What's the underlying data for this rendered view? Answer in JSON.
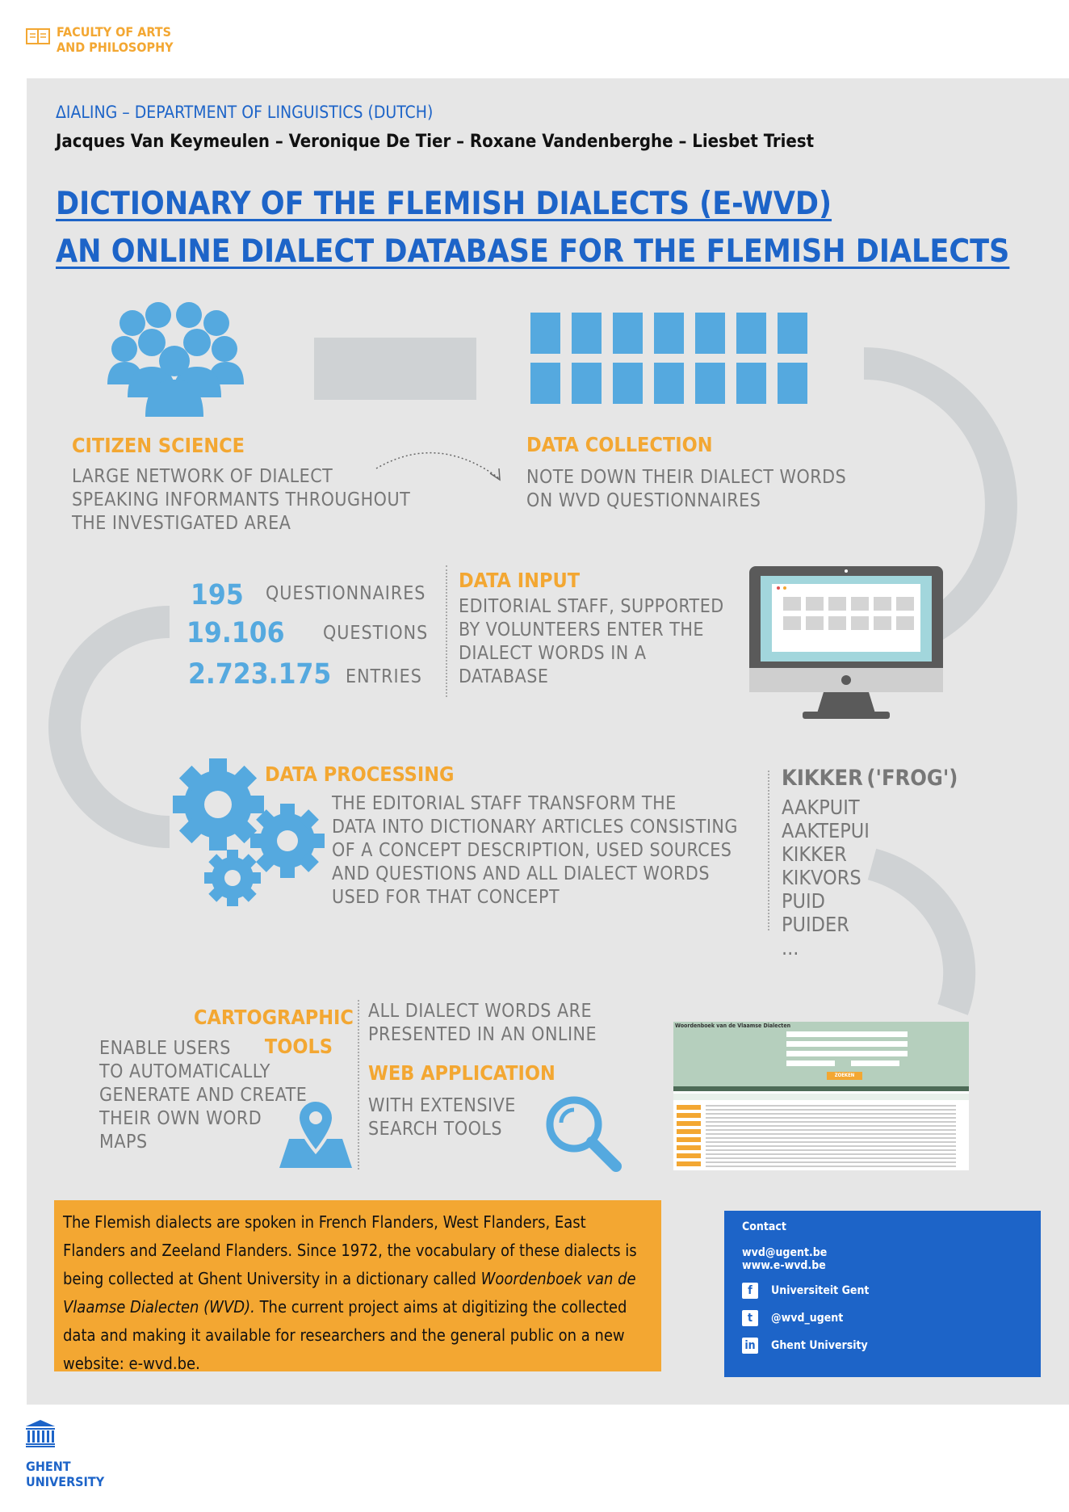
{
  "header": {
    "faculty_line1": "FACULTY OF ARTS",
    "faculty_line2": "AND PHILOSOPHY"
  },
  "intro": {
    "department": "ΔIALING – DEPARTMENT OF LINGUISTICS (DUTCH)",
    "authors": "Jacques Van Keymeulen – Veronique De Tier – Roxane Vandenberghe – Liesbet Triest",
    "title_line1": "DICTIONARY OF THE FLEMISH DIALECTS (E-WVD)",
    "title_line2": "AN ONLINE DIALECT DATABASE FOR THE FLEMISH DIALECTS"
  },
  "citizen_science": {
    "heading": "CITIZEN SCIENCE",
    "text_lines": [
      "LARGE NETWORK OF DIALECT",
      "SPEAKING INFORMANTS THROUGHOUT",
      "THE INVESTIGATED AREA"
    ]
  },
  "data_collection": {
    "heading": "DATA COLLECTION",
    "text_lines": [
      "NOTE DOWN THEIR DIALECT WORDS",
      "ON WVD QUESTIONNAIRES"
    ]
  },
  "stats": [
    {
      "value": "195",
      "label": "QUESTIONNAIRES"
    },
    {
      "value": "19.106",
      "label": "QUESTIONS"
    },
    {
      "value": "2.723.175",
      "label": "ENTRIES"
    }
  ],
  "data_input": {
    "heading": "DATA INPUT",
    "text_lines": [
      "EDITORIAL STAFF, SUPPORTED",
      "BY VOLUNTEERS ENTER THE",
      "DIALECT WORDS IN A",
      "DATABASE"
    ]
  },
  "data_processing": {
    "heading": "DATA PROCESSING",
    "text_lines": [
      "THE EDITORIAL STAFF TRANSFORM THE",
      "DATA INTO DICTIONARY ARTICLES CONSISTING",
      "OF A CONCEPT DESCRIPTION, USED SOURCES",
      "AND QUESTIONS AND ALL DIALECT WORDS",
      "USED FOR THAT CONCEPT"
    ]
  },
  "example": {
    "headword": "KIKKER",
    "gloss": "('FROG')",
    "words": [
      "AAKPUIT",
      "AAKTEPUI",
      "KIKKER",
      "KIKVORS",
      "PUID",
      "PUIDER",
      "..."
    ]
  },
  "cartographic": {
    "heading_line1": "CARTOGRAPHIC",
    "heading_line2": "TOOLS",
    "text_lines": [
      "ENABLE USERS",
      "TO AUTOMATICALLY",
      "GENERATE AND CREATE",
      "THEIR OWN WORD",
      "MAPS"
    ]
  },
  "web_app": {
    "intro_lines": [
      "ALL DIALECT WORDS ARE",
      "PRESENTED IN AN ONLINE"
    ],
    "heading": "WEB APPLICATION",
    "text_lines": [
      "WITH EXTENSIVE",
      "SEARCH TOOLS"
    ]
  },
  "screenshot": {
    "site_title": "Woordenboek van de Vlaamse Dialecten",
    "search_button": "ZOEKEN"
  },
  "note": {
    "part1": "The Flemish dialects are spoken in French Flanders, West Flanders, East Flanders and Zeeland Flanders. Since 1972, the vocabulary of these dialects is being collected at Ghent University in a dictionary called ",
    "italic": "Woordenboek van de Vlaamse Dialecten (WVD).",
    "part2": " The current project aims at digitizing the collected data and making it available for researchers and the general public on a new website: e-wvd.be."
  },
  "contact": {
    "heading": "Contact",
    "email": "wvd@ugent.be",
    "website": "www.e-wvd.be",
    "facebook": "Universiteit Gent",
    "twitter": "@wvd_ugent",
    "linkedin": "Ghent University"
  },
  "footer": {
    "ghent_line1": "GHENT",
    "ghent_line2": "UNIVERSITY"
  },
  "colors": {
    "blue": "#1d64c8",
    "light_blue": "#55a9df",
    "orange": "#f3a732",
    "panel_gray": "#e6e6e6",
    "text_gray": "#777777"
  }
}
